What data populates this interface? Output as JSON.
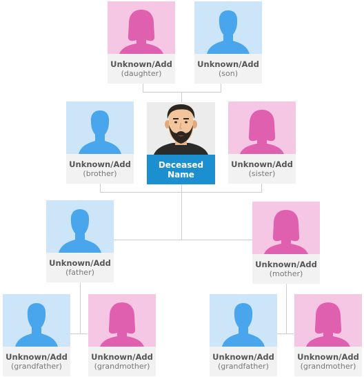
{
  "colors": {
    "male_bg": "#cde5f8",
    "male_icon": "#4aa6ec",
    "female_bg": "#f6c6e5",
    "female_icon": "#e060b0",
    "deceased_label_bg": "#1b8fd0",
    "label_bg": "#f2f2f2",
    "connector": "#cccccc"
  },
  "persons": {
    "daughter": {
      "name": "Unknown/Add",
      "relation": "(daughter)",
      "icon": "female-silhouette-icon"
    },
    "son": {
      "name": "Unknown/Add",
      "relation": "(son)",
      "icon": "male-silhouette-icon"
    },
    "brother": {
      "name": "Unknown/Add",
      "relation": "(brother)",
      "icon": "male-silhouette-icon"
    },
    "deceased": {
      "name_line1": "Deceased",
      "name_line2": "Name",
      "icon": "bearded-man-avatar-icon"
    },
    "sister": {
      "name": "Unknown/Add",
      "relation": "(sister)",
      "icon": "female-silhouette-icon"
    },
    "father": {
      "name": "Unknown/Add",
      "relation": "(father)",
      "icon": "male-silhouette-icon"
    },
    "mother": {
      "name": "Unknown/Add",
      "relation": "(mother)",
      "icon": "female-silhouette-icon"
    },
    "grandfather_p": {
      "name": "Unknown/Add",
      "relation": "(grandfather)",
      "icon": "male-silhouette-icon"
    },
    "grandmother_p": {
      "name": "Unknown/Add",
      "relation": "(grandmother)",
      "icon": "female-silhouette-icon"
    },
    "grandfather_m": {
      "name": "Unknown/Add",
      "relation": "(grandfather)",
      "icon": "male-silhouette-icon"
    },
    "grandmother_m": {
      "name": "Unknown/Add",
      "relation": "(grandmother)",
      "icon": "female-silhouette-icon"
    }
  }
}
